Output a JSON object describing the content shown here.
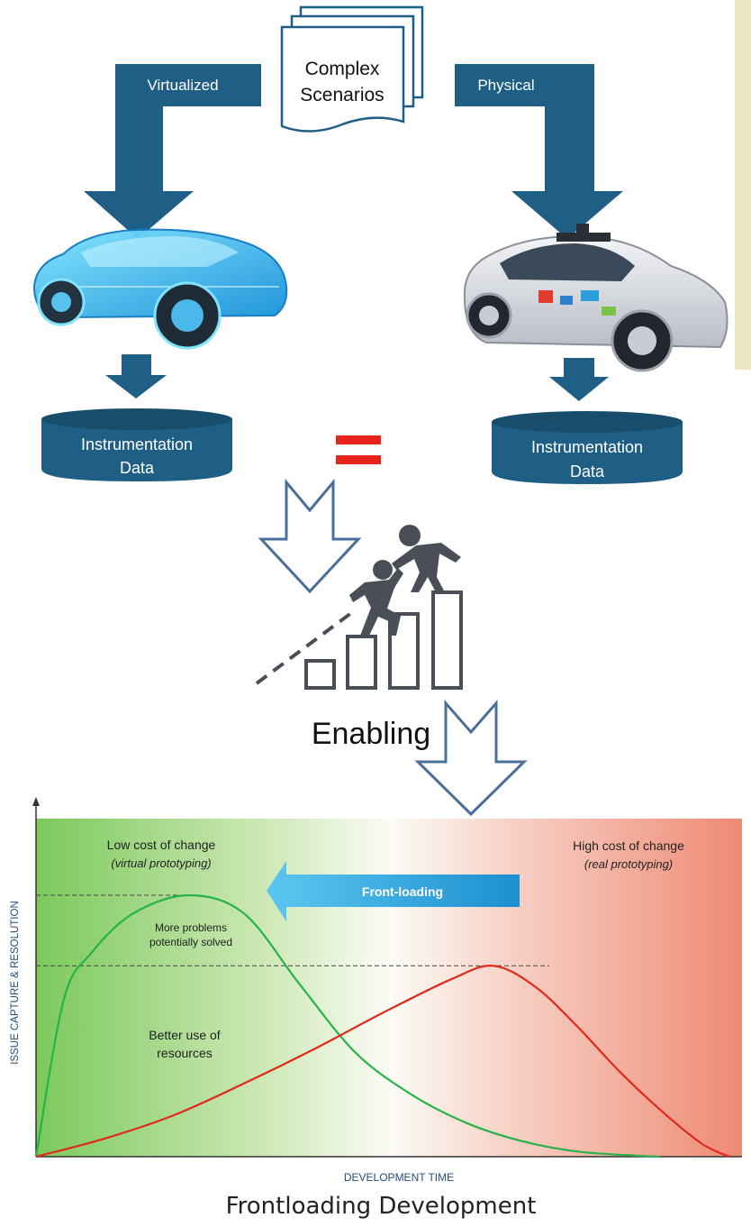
{
  "top": {
    "scenarios_label_line1": "Complex",
    "scenarios_label_line2": "Scenarios",
    "left_branch_label": "Virtualized",
    "right_branch_label": "Physical",
    "left_data_line1": "Instrumentation",
    "left_data_line2": "Data",
    "right_data_line1": "Instrumentation",
    "right_data_line2": "Data"
  },
  "middle": {
    "enabling_label": "Enabling"
  },
  "chart": {
    "title": "Frontloading Development",
    "xlabel": "DEVELOPMENT TIME",
    "ylabel": "ISSUE CAPTURE & RESOLUTION",
    "low_cost_line1": "Low cost of change",
    "low_cost_line2": "(virtual prototyping)",
    "high_cost_line1": "High cost of change",
    "high_cost_line2": "(real prototyping)",
    "frontloading_label": "Front-loading",
    "more_problems_line1": "More problems",
    "more_problems_line2": "potentially solved",
    "better_use_line1": "Better use of",
    "better_use_line2": "resources"
  },
  "colors": {
    "primary_blue": "#1f5f86",
    "arrow_outline": "#4a6f9a",
    "equals_red": "#e8241c",
    "green_curve": "#27b34a",
    "red_curve": "#e02a1c",
    "frontload_arrow": "#2aa7dc",
    "figure_gray": "#4a4f57"
  },
  "chart_data": {
    "type": "line",
    "title": "Frontloading Development",
    "xlabel": "DEVELOPMENT TIME",
    "ylabel": "ISSUE CAPTURE & RESOLUTION",
    "series": [
      {
        "color": "#27b34a",
        "x": [
          0,
          4,
          8,
          14,
          22,
          30,
          38,
          46,
          54,
          62,
          70,
          78,
          86,
          90
        ],
        "y": [
          0,
          60,
          78,
          93,
          100,
          93,
          66,
          40,
          24,
          13,
          6,
          2,
          0.5,
          0
        ]
      },
      {
        "color": "#e02a1c",
        "x": [
          0,
          10,
          20,
          30,
          40,
          50,
          60,
          66,
          72,
          78,
          84,
          90,
          96,
          100
        ],
        "y": [
          0,
          7,
          16,
          28,
          41,
          55,
          68,
          73,
          65,
          50,
          33,
          18,
          5,
          0
        ]
      }
    ],
    "reference_lines": [
      100,
      73
    ],
    "xlim": [
      0,
      100
    ],
    "ylim": [
      0,
      100
    ],
    "grid": false,
    "legend": "none"
  }
}
